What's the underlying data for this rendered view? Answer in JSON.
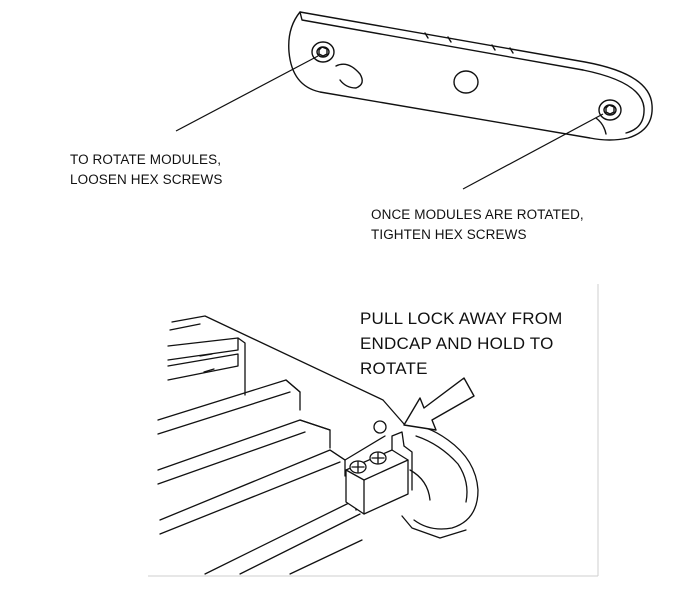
{
  "callouts": {
    "rotate": {
      "line1": "TO ROTATE MODULES,",
      "line2": "LOOSEN HEX SCREWS"
    },
    "tighten": {
      "line1": "ONCE MODULES ARE ROTATED,",
      "line2": "TIGHTEN HEX SCREWS"
    },
    "pull": {
      "line1": "PULL LOCK AWAY FROM",
      "line2": "ENDCAP AND HOLD TO",
      "line3": "ROTATE"
    }
  },
  "colors": {
    "ink": "#111111",
    "background": "#ffffff",
    "shade": "#dcdcdc"
  }
}
